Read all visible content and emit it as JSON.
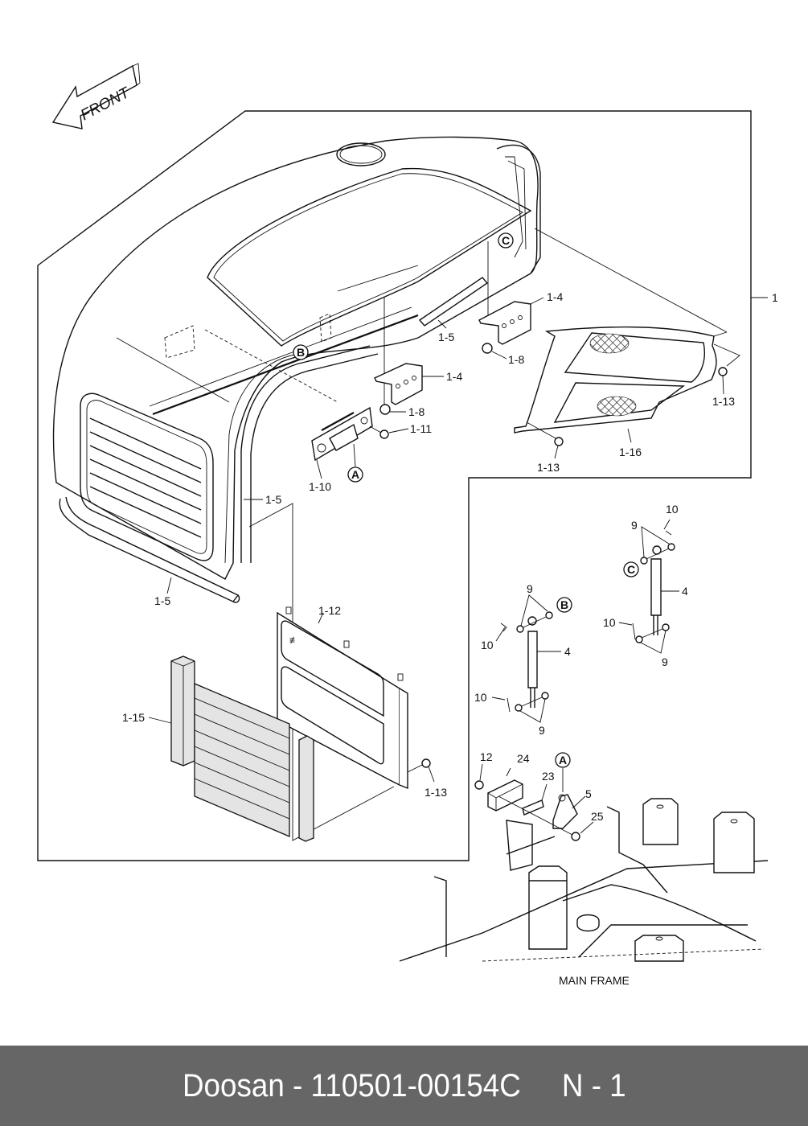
{
  "diagram": {
    "front_arrow_label": "FRONT",
    "assembly_label": "1",
    "main_frame_label": "MAIN FRAME",
    "callouts": {
      "a": "A",
      "b": "B",
      "c": "C"
    },
    "part_labels": {
      "hinge_upper": "1-4",
      "hinge_lower": "1-4",
      "bolt_upper": "1-8",
      "bolt_lower": "1-8",
      "seal_top": "1-5",
      "seal_side": "1-5",
      "seal_bottom": "1-5",
      "latch": "1-10",
      "latch_bolt": "1-11",
      "side_panel": "1-16",
      "nut_panel_right": "1-13",
      "nut_panel_left": "1-13",
      "screen_panel": "1-12",
      "nut_screen": "1-13",
      "radiator_grill": "1-15",
      "gas_spring_left": "4",
      "gas_spring_right": "4",
      "washer_left_top": "9",
      "washer_left_bottom": "9",
      "washer_right_top": "9",
      "washer_right_bottom": "9",
      "pin_left_top": "10",
      "pin_left_bottom": "10",
      "pin_right_top": "10",
      "pin_right_bottom": "10",
      "nut_bracket": "12",
      "bracket": "24",
      "plate": "23",
      "striker": "5",
      "bolt_striker": "25"
    }
  },
  "footer": {
    "brand": "Doosan",
    "separator": " - ",
    "part_number": "110501-00154C",
    "gap": "     ",
    "page": "N - 1"
  }
}
